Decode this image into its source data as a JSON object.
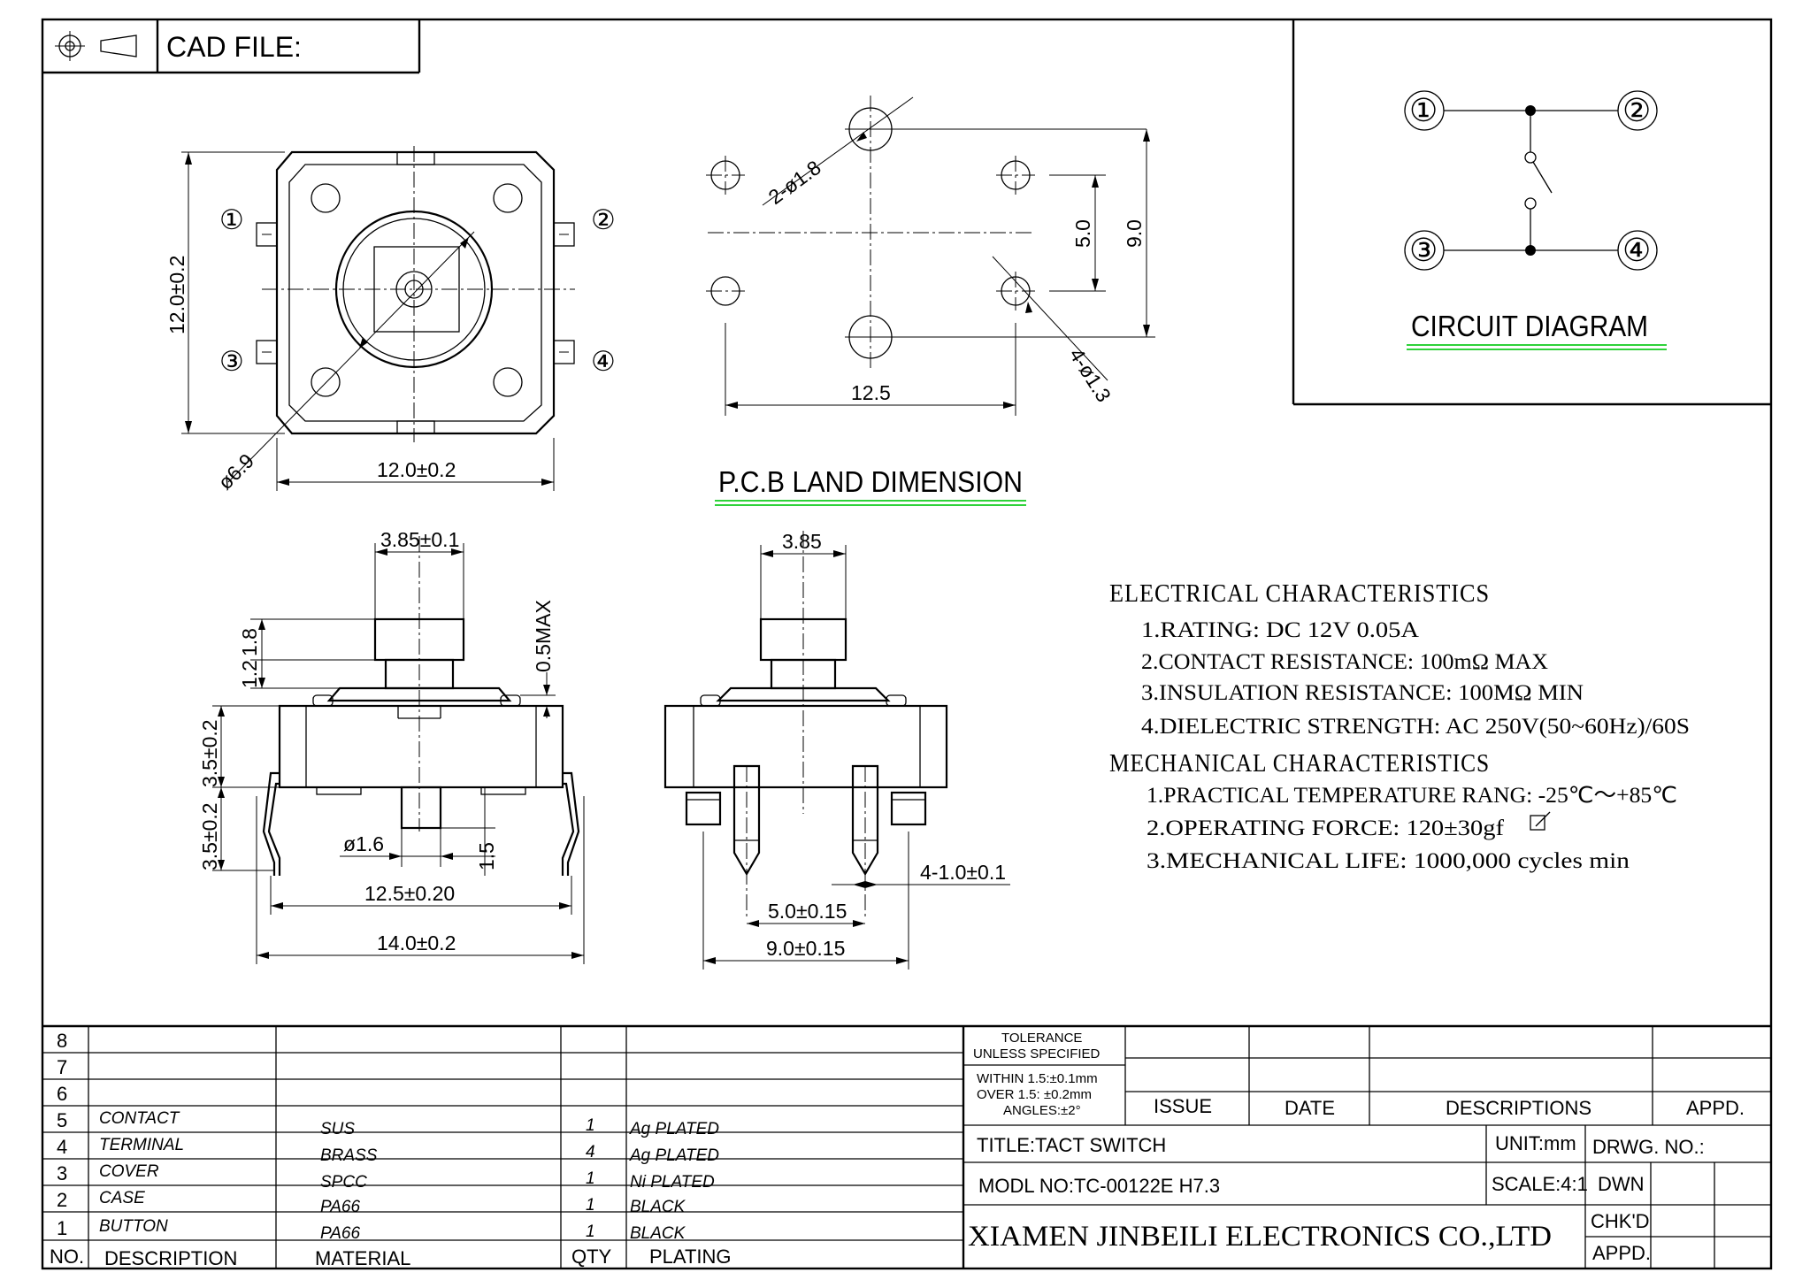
{
  "header": {
    "cad_file_label": "CAD FILE:",
    "projection_icon": "third-angle-projection-icon"
  },
  "top_view": {
    "pins": [
      "①",
      "②",
      "③",
      "④"
    ],
    "dim_width": "12.0±0.2",
    "dim_height": "12.0±0.2",
    "dim_diameter": "ø6.9"
  },
  "pcb": {
    "title": "P.C.B LAND DIMENSION",
    "dim_large_holes": "2-ø1.8",
    "dim_small_holes": "4-ø1.3",
    "dim_5": "5.0",
    "dim_9": "9.0",
    "dim_12_5": "12.5"
  },
  "circuit": {
    "title": "CIRCUIT DIAGRAM",
    "pins": [
      "①",
      "②",
      "③",
      "④"
    ]
  },
  "side_view": {
    "dim_top": "3.85±0.1",
    "dim_1_8": "1.8",
    "dim_1_2": "1.2",
    "dim_0_5max": "0.5MAX",
    "dim_3_5_upper": "3.5±0.2",
    "dim_3_5_lower": "3.5±0.2",
    "dim_phi16": "ø1.6",
    "dim_1_5": "1.5",
    "dim_12_5": "12.5±0.20",
    "dim_14": "14.0±0.2"
  },
  "front_view": {
    "dim_top": "3.85",
    "dim_pin": "4-1.0±0.1",
    "dim_5": "5.0±0.15",
    "dim_9": "9.0±0.15"
  },
  "specs": {
    "electrical_title": "ELECTRICAL CHARACTERISTICS",
    "electrical": [
      "1.RATING: DC 12V 0.05A",
      "2.CONTACT RESISTANCE: 100mΩ MAX",
      "3.INSULATION RESISTANCE: 100MΩ MIN",
      "4.DIELECTRIC STRENGTH: AC 250V(50~60Hz)/60S"
    ],
    "mechanical_title": "MECHANICAL CHARACTERISTICS",
    "mechanical": [
      "1.PRACTICAL TEMPERATURE RANG: -25℃～+85℃",
      "2.OPERATING FORCE: 120±30gf",
      "3.MECHANICAL LIFE: 1000,000 cycles min"
    ]
  },
  "bom": {
    "rows": [
      {
        "no": "8",
        "description": "",
        "material": "",
        "qty": "",
        "plating": ""
      },
      {
        "no": "7",
        "description": "",
        "material": "",
        "qty": "",
        "plating": ""
      },
      {
        "no": "6",
        "description": "",
        "material": "",
        "qty": "",
        "plating": ""
      },
      {
        "no": "5",
        "description": "CONTACT",
        "material": "SUS",
        "qty": "1",
        "plating": "Ag PLATED"
      },
      {
        "no": "4",
        "description": "TERMINAL",
        "material": "BRASS",
        "qty": "4",
        "plating": "Ag PLATED"
      },
      {
        "no": "3",
        "description": "COVER",
        "material": "SPCC",
        "qty": "1",
        "plating": "Ni PLATED"
      },
      {
        "no": "2",
        "description": "CASE",
        "material": "PA66",
        "qty": "1",
        "plating": "BLACK"
      },
      {
        "no": "1",
        "description": "BUTTON",
        "material": "PA66",
        "qty": "1",
        "plating": "BLACK"
      }
    ],
    "headers": {
      "no": "NO.",
      "description": "DESCRIPTION",
      "material": "MATERIAL",
      "qty": "QTY",
      "plating": "PLATING"
    }
  },
  "titleblock": {
    "tolerance_1": "TOLERANCE",
    "tolerance_2": "UNLESS SPECIFIED",
    "tolerance_3": "WITHIN 1.5:±0.1mm",
    "tolerance_4": "OVER 1.5: ±0.2mm",
    "tolerance_5": "ANGLES:±2°",
    "issue": "ISSUE",
    "date": "DATE",
    "descriptions": "DESCRIPTIONS",
    "appd": "APPD.",
    "title": "TITLE:TACT SWITCH",
    "unit": "UNIT:mm",
    "drwg_no": "DRWG. NO.:",
    "model": "MODL NO:TC-00122E H7.3",
    "scale": "SCALE:4:1",
    "dwn": "DWN",
    "company": "XIAMEN JINBEILI ELECTRONICS CO.,LTD",
    "chkd": "CHK'D",
    "appd2": "APPD."
  }
}
